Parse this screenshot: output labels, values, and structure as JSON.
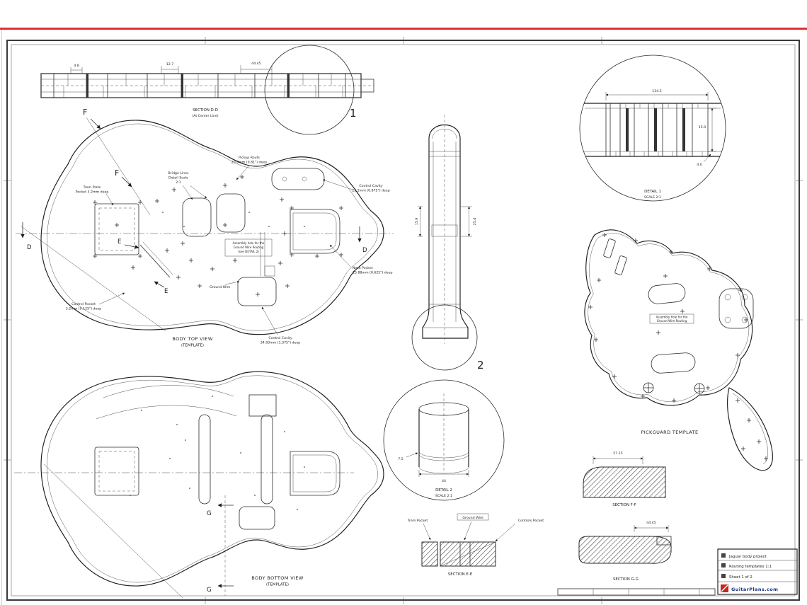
{
  "colors": {
    "ink": "#222222",
    "accent_red": "#e03131",
    "brand": "#16337f",
    "logo_red": "#c6261d"
  },
  "markers": {
    "f": "F",
    "e": "E",
    "d": "D",
    "g": "G"
  },
  "top_section": {
    "title": "SECTION D-D",
    "subtitle": "(At Center Line)",
    "dim1": "4.8",
    "dim2": "12.7",
    "dim3": "44.45"
  },
  "callouts": {
    "detail1": "1",
    "detail2": "2"
  },
  "body_top": {
    "caption1": "BODY TOP VIEW",
    "caption2": "(TEMPLATE)",
    "trem1": "Trem Plate",
    "trem2": "Pocket 3.2mm deep",
    "bridge1": "Bridge Lines",
    "bridge2": "Detail Scale",
    "bridge3": "2:1",
    "pickup1": "Pickup Routs",
    "pickup2": "20.6mm (0.81\") deep",
    "ctrl_right1": "Control Cavity",
    "ctrl_right2": "22.2mm (0.875\") deep",
    "note1": "Assembly hole for the",
    "note2": "Ground Wire Routing",
    "note3": "(see DETAIL 2)",
    "neck1": "Neck Pocket",
    "neck2": "15.88mm (0.625\") deep",
    "ctrl_left1": "Control Pocket",
    "ctrl_left2": "3.2mm (0.125\") deep",
    "ground": "Ground Wire",
    "ctrl_bottom1": "Control Cavity",
    "ctrl_bottom2": "34.93mm (1.375\") deep"
  },
  "body_bottom": {
    "caption1": "BODY BOTTOM VIEW",
    "caption2": "(TEMPLATE)"
  },
  "neck_view": {
    "dim_left": "15.9",
    "dim_right": "25.4"
  },
  "detail2": {
    "dim_side": "7.5",
    "dim_bottom": "44",
    "cap1": "DETAIL 2",
    "cap2": "SCALE 2:1"
  },
  "detail1": {
    "dim_top": "134.5",
    "dim_r1": "15.0",
    "dim_r2": "4.0",
    "cap1": "DETAIL 1",
    "cap2": "SCALE 2:1"
  },
  "pickguard": {
    "caption": "PICKGUARD TEMPLATE",
    "note1": "Assembly hole for the",
    "note2": "Ground Wire Routing"
  },
  "sections": {
    "e": {
      "caption": "SECTION E-E",
      "left": "Trem Pocket",
      "mid": "Ground Wire",
      "right": "Controls Pocket"
    },
    "f": {
      "dim": "57.15",
      "caption": "SECTION F-F"
    },
    "g": {
      "dim": "44.45",
      "caption": "SECTION G-G"
    }
  },
  "title_block": {
    "row1": "Jaguar body project",
    "row2": "Routing templates 1:1",
    "row3": "Sheet 1 of 2",
    "brand": "GuitarPlans.com"
  }
}
